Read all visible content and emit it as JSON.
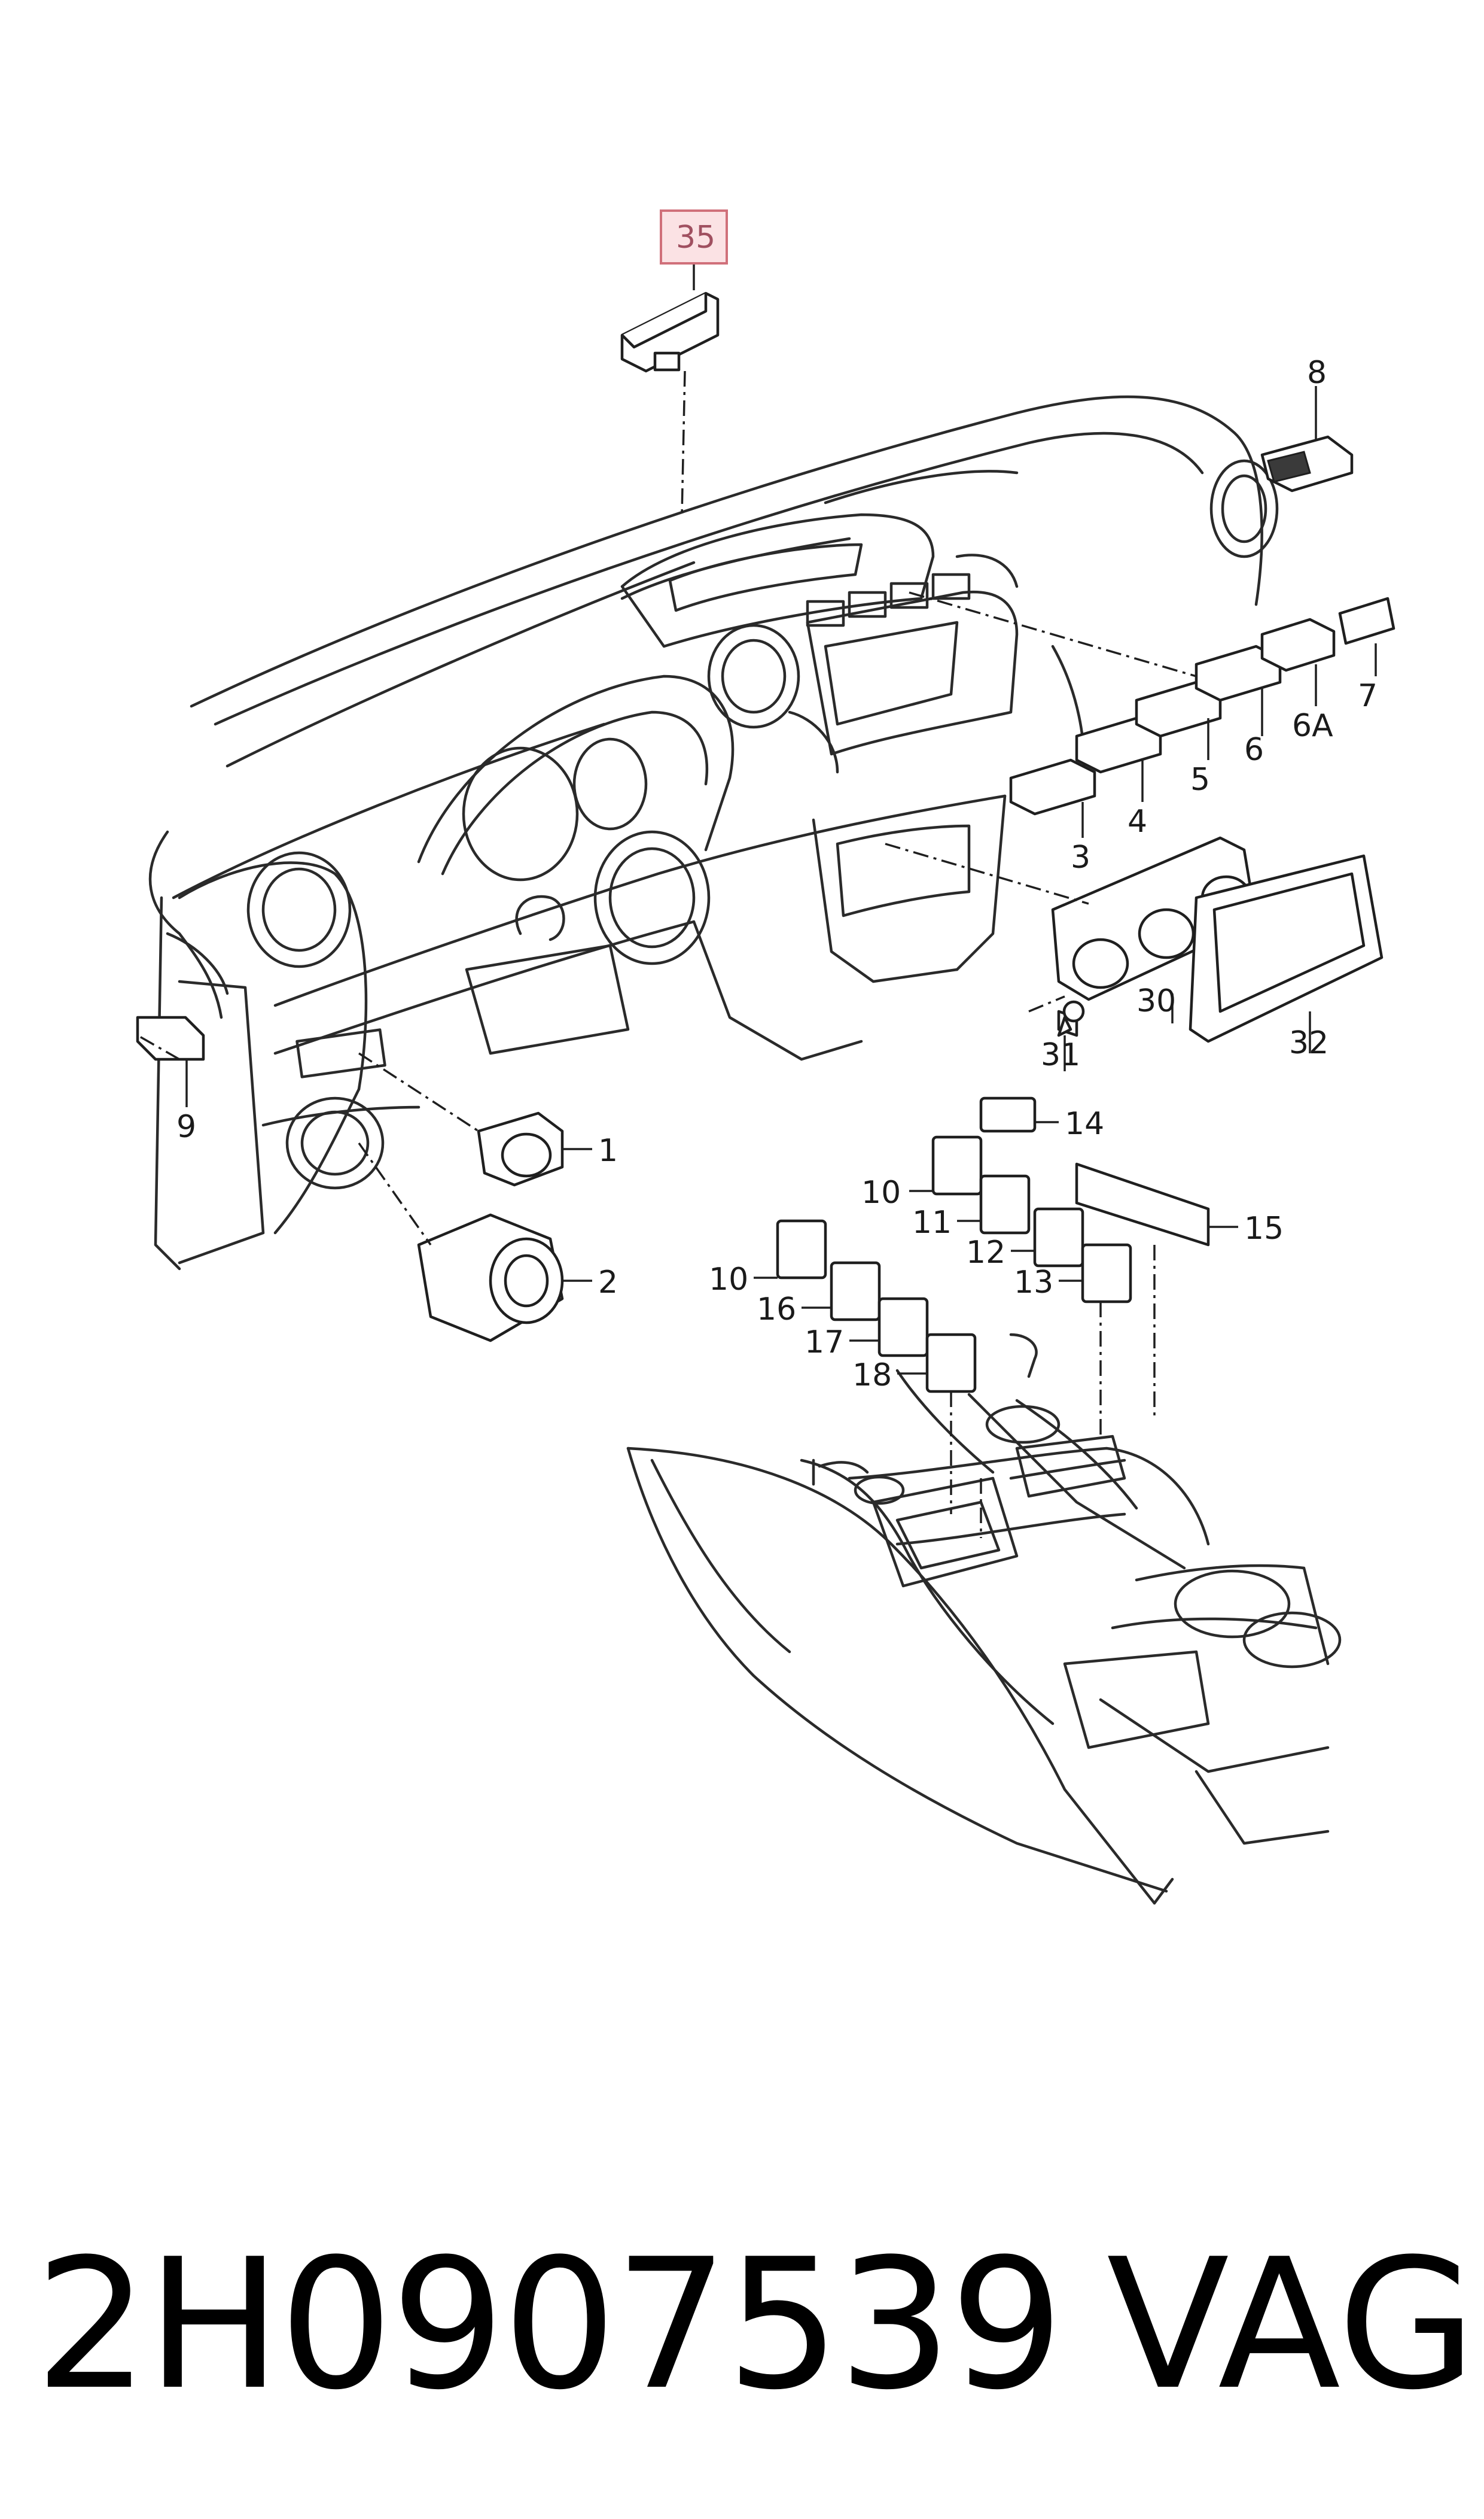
{
  "callouts": {
    "c35": "35",
    "c8": "8",
    "c7": "7",
    "c6A": "6A",
    "c6": "6",
    "c5": "5",
    "c4": "4",
    "c3": "3",
    "c30": "30",
    "c32": "32",
    "c31": "31",
    "c9": "9",
    "c1": "1",
    "c2": "2",
    "c14": "14",
    "c15": "15",
    "c10a": "10",
    "c11": "11",
    "c12": "12",
    "c13": "13",
    "c10b": "10",
    "c16": "16",
    "c17": "17",
    "c18": "18"
  },
  "highlight": {
    "callout": "35",
    "color": "#fbe2e4",
    "border": "#d0707a"
  },
  "footer": {
    "part_number": "2H0907539",
    "brand": "VAG"
  }
}
